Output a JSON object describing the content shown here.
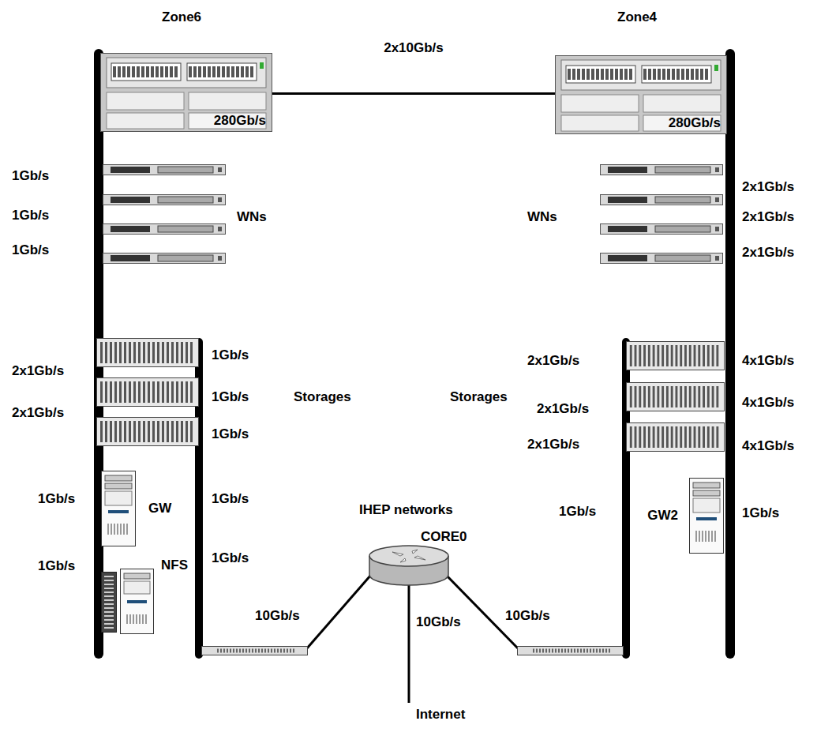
{
  "diagram": {
    "nodes": [
      {
        "text": [
          "280Gb/s"
        ]
      },
      {
        "text": [
          "280Gb/s"
        ]
      },
      {
        "text": [
          "GW"
        ]
      },
      {
        "text": [
          "NFS"
        ]
      },
      {
        "text": [
          "GW2"
        ]
      },
      {
        "text": [
          "IHEP networks",
          "CORE0"
        ]
      }
    ],
    "edges": [
      {
        "from": 0,
        "to": 1,
        "label": "2x10Gb/s",
        "arrow": "none"
      }
    ],
    "labels": [
      "Zone6",
      "Zone4",
      "1Gb/s",
      "1Gb/s",
      "1Gb/s",
      "WNs",
      "WNs",
      "2x1Gb/s",
      "2x1Gb/s",
      "2x1Gb/s",
      "2x1Gb/s",
      "2x1Gb/s",
      "1Gb/s",
      "1Gb/s",
      "1Gb/s",
      "Storages",
      "Storages",
      "2x1Gb/s",
      "2x1Gb/s",
      "2x1Gb/s",
      "4x1Gb/s",
      "4x1Gb/s",
      "4x1Gb/s",
      "1Gb/s",
      "1Gb/s",
      "1Gb/s",
      "1Gb/s",
      "1Gb/s",
      "1Gb/s",
      "10Gb/s",
      "10Gb/s",
      "10Gb/s",
      "Internet"
    ]
  }
}
